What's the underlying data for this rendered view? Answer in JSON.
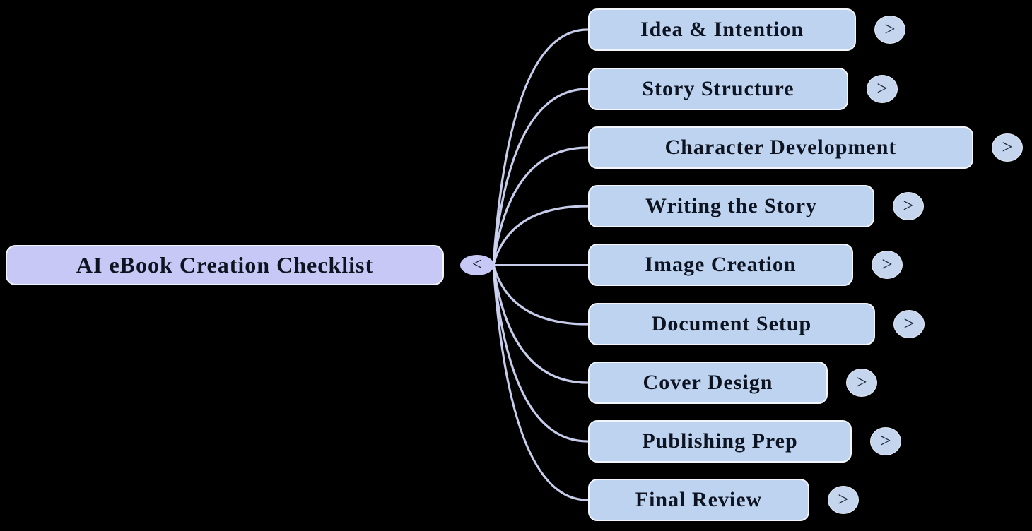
{
  "root": {
    "label": "AI eBook Creation Checklist"
  },
  "nodes": [
    {
      "label": "Idea & Intention"
    },
    {
      "label": "Story Structure"
    },
    {
      "label": "Character Development"
    },
    {
      "label": "Writing the Story"
    },
    {
      "label": "Image Creation"
    },
    {
      "label": "Document Setup"
    },
    {
      "label": "Cover Design"
    },
    {
      "label": "Publishing Prep"
    },
    {
      "label": "Final Review"
    }
  ],
  "icons": {
    "expand": ">",
    "collapse": "<"
  },
  "colors": {
    "background": "#000000",
    "root_fill": "#c7c8f5",
    "node_fill": "#bdd3ef",
    "button_fill": "#c6d5ee",
    "connector": "#ced4f3",
    "node_border": "#f2f5fb",
    "text": "#0d1320"
  }
}
